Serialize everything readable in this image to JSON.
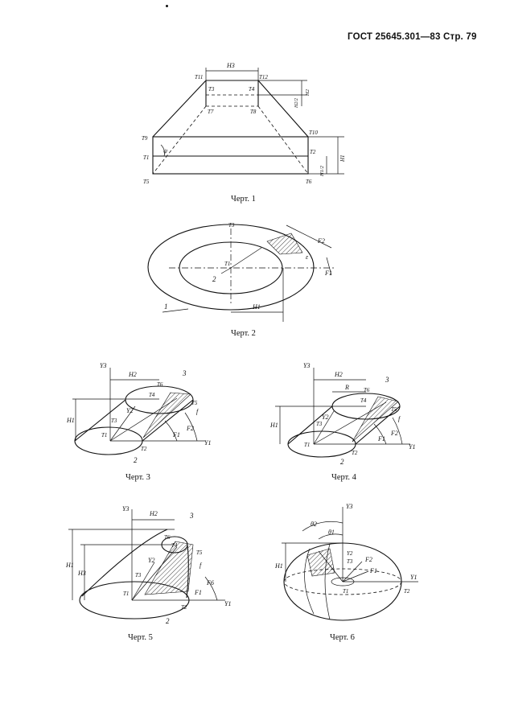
{
  "header": {
    "text": "ГОСТ 25645.301—83 Стр. 79"
  },
  "captions": {
    "fig1": "Черт. 1",
    "fig2": "Черт. 2",
    "fig3": "Черт. 3",
    "fig4": "Черт. 4",
    "fig5": "Черт. 5",
    "fig6": "Черт. 6"
  },
  "fig1": {
    "labels": {
      "H3": "H3",
      "T11": "T11",
      "T12": "T12",
      "T3": "T3",
      "T4": "T4",
      "T7": "T7",
      "T8": "T8",
      "T9": "T9",
      "T10": "T10",
      "T1": "T1",
      "T2": "T2",
      "T5": "T5",
      "T6": "T6",
      "psi": "ψ",
      "H2": "H2",
      "H2half": "H2/2",
      "H1": "H1",
      "H1half": "H1/2"
    }
  },
  "fig2": {
    "labels": {
      "T3": "T3",
      "T1": "T1",
      "F2": "F2",
      "F1": "F1",
      "n1": "1",
      "n2": "2",
      "H1": "H1",
      "eps": "ε"
    }
  },
  "fig3": {
    "labels": {
      "Y3": "Y3",
      "H2": "H2",
      "T6": "T6",
      "n3": "3",
      "T4": "T4",
      "T5": "T5",
      "Y2": "Y2",
      "T3": "T3",
      "f": "f",
      "H1": "H1",
      "F2": "F2",
      "T1": "T1",
      "F1": "F1",
      "T2": "T2",
      "Y1": "Y1",
      "n2": "2"
    }
  },
  "fig4": {
    "labels": {
      "Y3": "Y3",
      "H2": "H2",
      "R": "R",
      "T6": "T6",
      "n3": "3",
      "T4": "T4",
      "T5": "T5",
      "Y2": "Y2",
      "T3": "T3",
      "f": "f",
      "H1": "H1",
      "F2": "F2",
      "T1": "T1",
      "F1": "F1",
      "T2": "T2",
      "Y1": "Y1",
      "n2": "2"
    }
  },
  "fig5": {
    "labels": {
      "Y3": "Y3",
      "H2": "H2",
      "n3": "3",
      "T6": "T6",
      "T4": "T4",
      "T5": "T5",
      "Y2": "Y2",
      "f": "f",
      "H1": "H1",
      "H3": "H3",
      "T3": "T3",
      "F6": "F6",
      "T1": "T1",
      "F1": "F1",
      "T2": "T2",
      "Y1": "Y1",
      "n2": "2"
    }
  },
  "fig6": {
    "labels": {
      "Y3": "Y3",
      "theta2": "θ2",
      "theta1": "θ1",
      "Y2": "Y2",
      "T3": "T3",
      "F2": "F2",
      "H1": "H1",
      "F1": "F1",
      "Y1": "Y1",
      "T1": "T1",
      "T2": "T2"
    }
  }
}
